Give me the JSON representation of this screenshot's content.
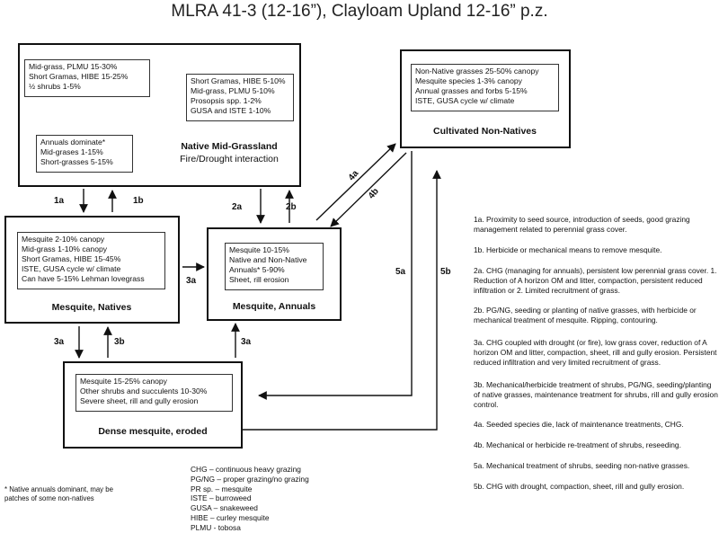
{
  "title": "MLRA 41-3 (12-16”), Clayloam Upland 12-16” p.z.",
  "states": {
    "native": {
      "label": "Native Mid-Grassland",
      "sublabel": "Fire/Drought interaction",
      "communities": {
        "midgrass": [
          "Mid-grass, PLMU 15-30%",
          "Short Gramas, HIBE 15-25%",
          "½ shrubs 1-5%"
        ],
        "shortgramas": [
          "Short Gramas, HIBE 5-10%",
          "Mid-grass, PLMU 5-10%",
          "Prosopsis spp. 1-2%",
          "GUSA and ISTE 1-10%"
        ],
        "annuals": [
          "Annuals dominate*",
          "Mid-grases 1-15%",
          "Short-grasses 5-15%"
        ]
      }
    },
    "cultivated": {
      "label": "Cultivated Non-Natives",
      "community": [
        "Non-Native grasses 25-50% canopy",
        "Mesquite species 1-3% canopy",
        "Annual grasses and forbs 5-15%",
        "ISTE, GUSA cycle w/ climate"
      ]
    },
    "mesquite_natives": {
      "label": "Mesquite, Natives",
      "community": [
        "Mesquite 2-10% canopy",
        "Mid-grass 1-10% canopy",
        "Short Gramas, HIBE 15-45%",
        "ISTE, GUSA cycle w/ climate",
        "Can have 5-15% Lehman lovegrass"
      ]
    },
    "mesquite_annuals": {
      "label": "Mesquite, Annuals",
      "community": [
        "Mesquite 10-15%",
        "Native and Non-Native",
        "Annuals* 5-90%",
        "Sheet, rill erosion"
      ]
    },
    "dense": {
      "label": "Dense mesquite, eroded",
      "community": [
        "Mesquite 15-25% canopy",
        "Other shrubs and succulents 10-30%",
        "Severe sheet, rill and gully erosion"
      ]
    }
  },
  "transitions": {
    "t1a": "1a",
    "t1b": "1b",
    "t2a": "2a",
    "t2b": "2b",
    "t3a_h": "3a",
    "t3a_left": "3a",
    "t3b": "3b",
    "t3a_right": "3a",
    "t4a": "4a",
    "t4b": "4b",
    "t5a": "5a",
    "t5b": "5b"
  },
  "notes": [
    "1a. Proximity to seed source, introduction of seeds, good grazing management related to perennial grass cover.",
    "1b. Herbicide or mechanical means to remove mesquite.",
    "2a. CHG (managing for annuals), persistent low perennial grass cover. 1. Reduction of A horizon OM and litter, compaction, persistent reduced infiltration or 2. Limited recruitment of grass.",
    "2b. PG/NG, seeding or planting of native grasses, with herbicide or mechanical treatment of mesquite. Ripping, contouring.",
    "3a. CHG coupled with drought (or fire), low grass cover, reduction of A horizon OM and litter, compaction, sheet, rill and gully erosion. Persistent reduced infiltration and very limited recruitment of grass.",
    "3b. Mechanical/herbicide treatment of shrubs, PG/NG, seeding/planting of native grasses, maintenance treatment for shrubs, rill and gully erosion control.",
    "4a. Seeded species die, lack of maintenance treatments, CHG.",
    "4b. Mechanical or herbicide re-treatment of shrubs, reseeding.",
    "5a. Mechanical treatment of shrubs, seeding non-native grasses.",
    "5b. CHG with drought, compaction, sheet, rill and gully erosion."
  ],
  "legend": [
    "CHG – continuous heavy grazing",
    "PG/NG – proper grazing/no grazing",
    "PR sp. – mesquite",
    "ISTE – burroweed",
    "GUSA – snakeweed",
    "HIBE – curley mesquite",
    "PLMU - tobosa"
  ],
  "footnote": "* Native annuals dominant, may be patches of some non-natives"
}
